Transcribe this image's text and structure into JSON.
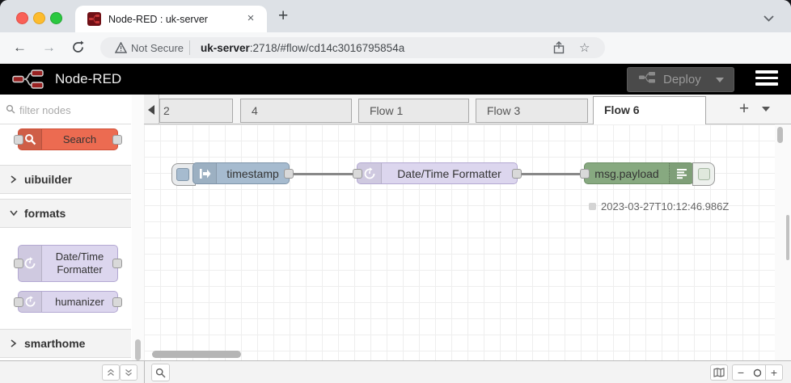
{
  "browser": {
    "tab": {
      "title": "Node-RED : uk-server",
      "close": "×",
      "new_tab": "+"
    },
    "toolbar": {
      "back": "←",
      "forward": "→",
      "security_label": "Not Secure",
      "url_host": "uk-server",
      "url_rest": ":2718/#flow/cd14c3016795854a",
      "star": "☆",
      "menu_dots": "⋮"
    }
  },
  "header": {
    "app_name": "Node-RED",
    "deploy_label": "Deploy"
  },
  "palette": {
    "filter_placeholder": "filter nodes",
    "search_node_label": "Search",
    "category_uibuilder": "uibuilder",
    "category_formats": "formats",
    "category_smarthome": "smarthome",
    "node_datetime_label": "Date/Time Formatter",
    "node_humanizer_label": "humanizer"
  },
  "flow_tabs": {
    "clipped_tab": "2",
    "tab_4": "4",
    "tab_flow1": "Flow 1",
    "tab_flow3": "Flow 3",
    "tab_flow6": "Flow 6",
    "add": "+"
  },
  "canvas": {
    "inject_label": "timestamp",
    "formatter_label": "Date/Time Formatter",
    "debug_label": "msg.payload",
    "debug_status": "2023-03-27T10:12:46.986Z"
  },
  "zoom_controls": {
    "minus": "−",
    "plus": "+"
  },
  "colors": {
    "inject_node": "#a6bbcf",
    "formatter_node": "#dcd6ee",
    "debug_node": "#87a980",
    "search_node": "#ec6b51",
    "header_bg": "#000000",
    "wire": "#888888",
    "accent_blue_ext": "#175ddc"
  }
}
